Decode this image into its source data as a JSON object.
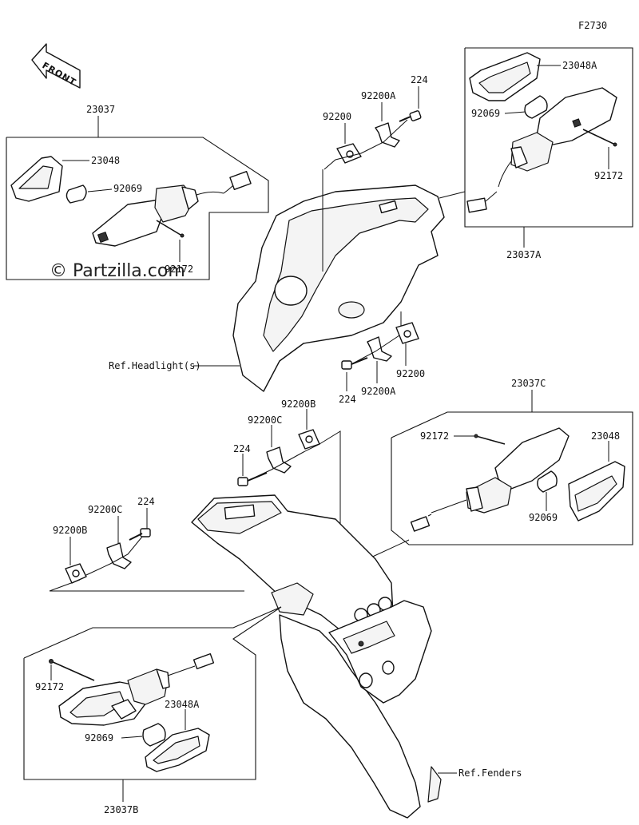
{
  "figure_id": "F2730",
  "front_label": "FRONT",
  "watermark": "© Partzilla.com",
  "labels": {
    "l_23037": "23037",
    "l_23048_a": "23048",
    "l_92069_a": "92069",
    "l_92172_a": "92172",
    "l_23048A_top": "23048A",
    "l_92069_b": "92069",
    "l_92172_b": "92172",
    "l_23037A": "23037A",
    "l_224_top": "224",
    "l_92200A_top": "92200A",
    "l_92200_top": "92200",
    "l_ref_headlight": "Ref.Headlight(s)",
    "l_92200_mid": "92200",
    "l_92200A_mid": "92200A",
    "l_224_mid": "224",
    "l_23037C": "23037C",
    "l_92172_c": "92172",
    "l_23048_c": "23048",
    "l_92069_c": "92069",
    "l_92200B_a": "92200B",
    "l_92200C_a": "92200C",
    "l_224_c": "224",
    "l_92200C_b": "92200C",
    "l_224_d": "224",
    "l_92200B_b": "92200B",
    "l_92172_d": "92172",
    "l_23048A_bot": "23048A",
    "l_92069_d": "92069",
    "l_ref_fenders": "Ref.Fenders",
    "l_23037B": "23037B"
  }
}
